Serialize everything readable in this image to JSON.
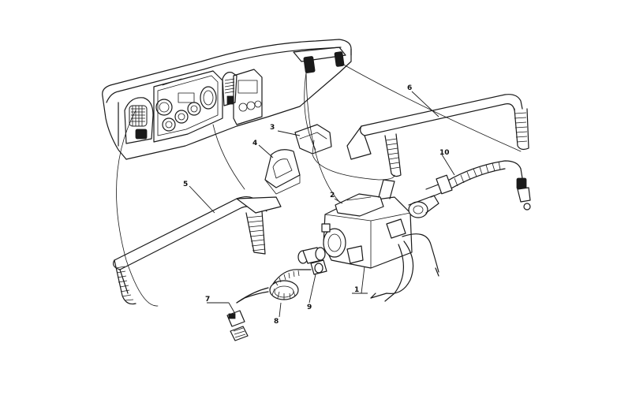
{
  "callouts": [
    {
      "id": "1",
      "label": "1"
    },
    {
      "id": "2",
      "label": "2"
    },
    {
      "id": "3",
      "label": "3"
    },
    {
      "id": "4",
      "label": "4"
    },
    {
      "id": "5",
      "label": "5"
    },
    {
      "id": "6",
      "label": "6"
    },
    {
      "id": "7",
      "label": "7"
    },
    {
      "id": "8",
      "label": "8"
    },
    {
      "id": "9",
      "label": "9"
    },
    {
      "id": "10",
      "label": "10"
    }
  ],
  "colors": {
    "ink": "#1a1a1a",
    "background": "#ffffff"
  }
}
